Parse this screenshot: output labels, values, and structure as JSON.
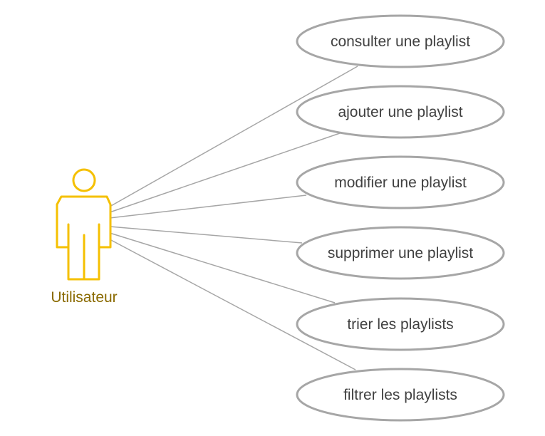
{
  "colors": {
    "actor": "#f5c000",
    "actor_label": "#8a6a00",
    "usecase_border": "#a6a6a6",
    "usecase_fill": "#ffffff",
    "usecase_text": "#404040",
    "association": "#a6a6a6"
  },
  "actor": {
    "label": "Utilisateur",
    "icon": "stick-figure-icon"
  },
  "use_cases": [
    {
      "label": "consulter une playlist"
    },
    {
      "label": "ajouter une playlist"
    },
    {
      "label": "modifier une playlist"
    },
    {
      "label": "supprimer une playlist"
    },
    {
      "label": "trier les playlists"
    },
    {
      "label": "filtrer les playlists"
    }
  ]
}
